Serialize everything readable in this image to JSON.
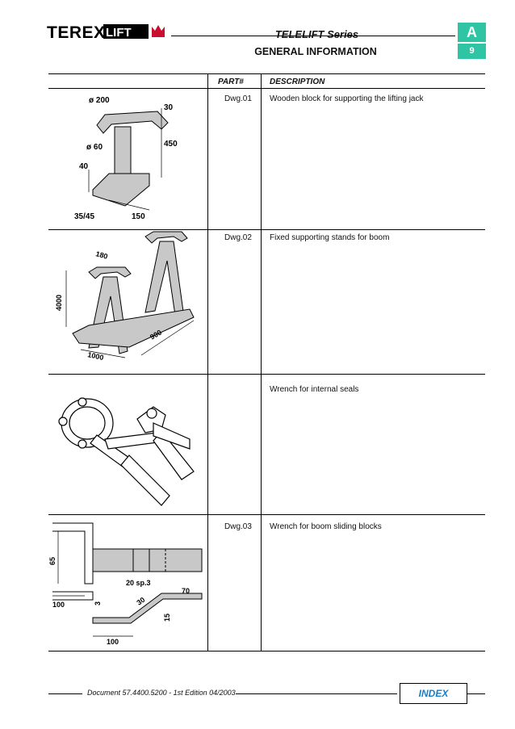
{
  "header": {
    "brand": "TEREXLIFT",
    "series": "TELELIFT Series",
    "section_title": "GENERAL INFORMATION",
    "section_letter": "A",
    "page_number": "9"
  },
  "table": {
    "col_part": "PART#",
    "col_description": "DESCRIPTION",
    "rows": [
      {
        "part": "Dwg.01",
        "description": "Wooden block for supporting the lifting jack",
        "dims": [
          "ø 200",
          "30",
          "450",
          "ø 60",
          "40",
          "35/45",
          "150"
        ]
      },
      {
        "part": "Dwg.02",
        "description": "Fixed supporting stands for boom",
        "dims": [
          "180",
          "4000",
          "900",
          "1000"
        ]
      },
      {
        "part": "",
        "description": "Wrench for internal seals",
        "dims": []
      },
      {
        "part": "Dwg.03",
        "description": "Wrench for boom sliding blocks",
        "dims": [
          "65",
          "20 sp.3",
          "70",
          "30",
          "100",
          "3",
          "15",
          "100"
        ]
      }
    ]
  },
  "footer": {
    "document": "Document 57.4400.5200 - 1st Edition 04/2003",
    "index_label": "INDEX"
  },
  "colors": {
    "accent": "#2ec4a4",
    "index_text": "#1a7dc6"
  }
}
